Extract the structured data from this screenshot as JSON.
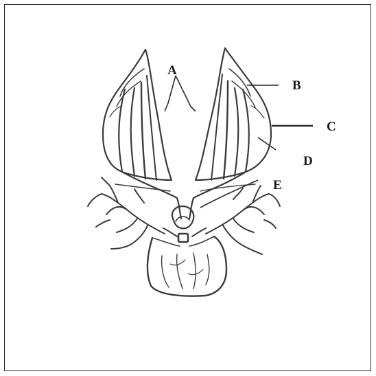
{
  "diagram": {
    "labels": [
      {
        "id": "A",
        "text": "A"
      },
      {
        "id": "B",
        "text": "B"
      },
      {
        "id": "C",
        "text": "C"
      },
      {
        "id": "D",
        "text": "D"
      },
      {
        "id": "E",
        "text": "E"
      }
    ]
  },
  "colors": {
    "ink": "#3a3a3a",
    "label": "#1a1a1a",
    "background": "#ffffff"
  }
}
